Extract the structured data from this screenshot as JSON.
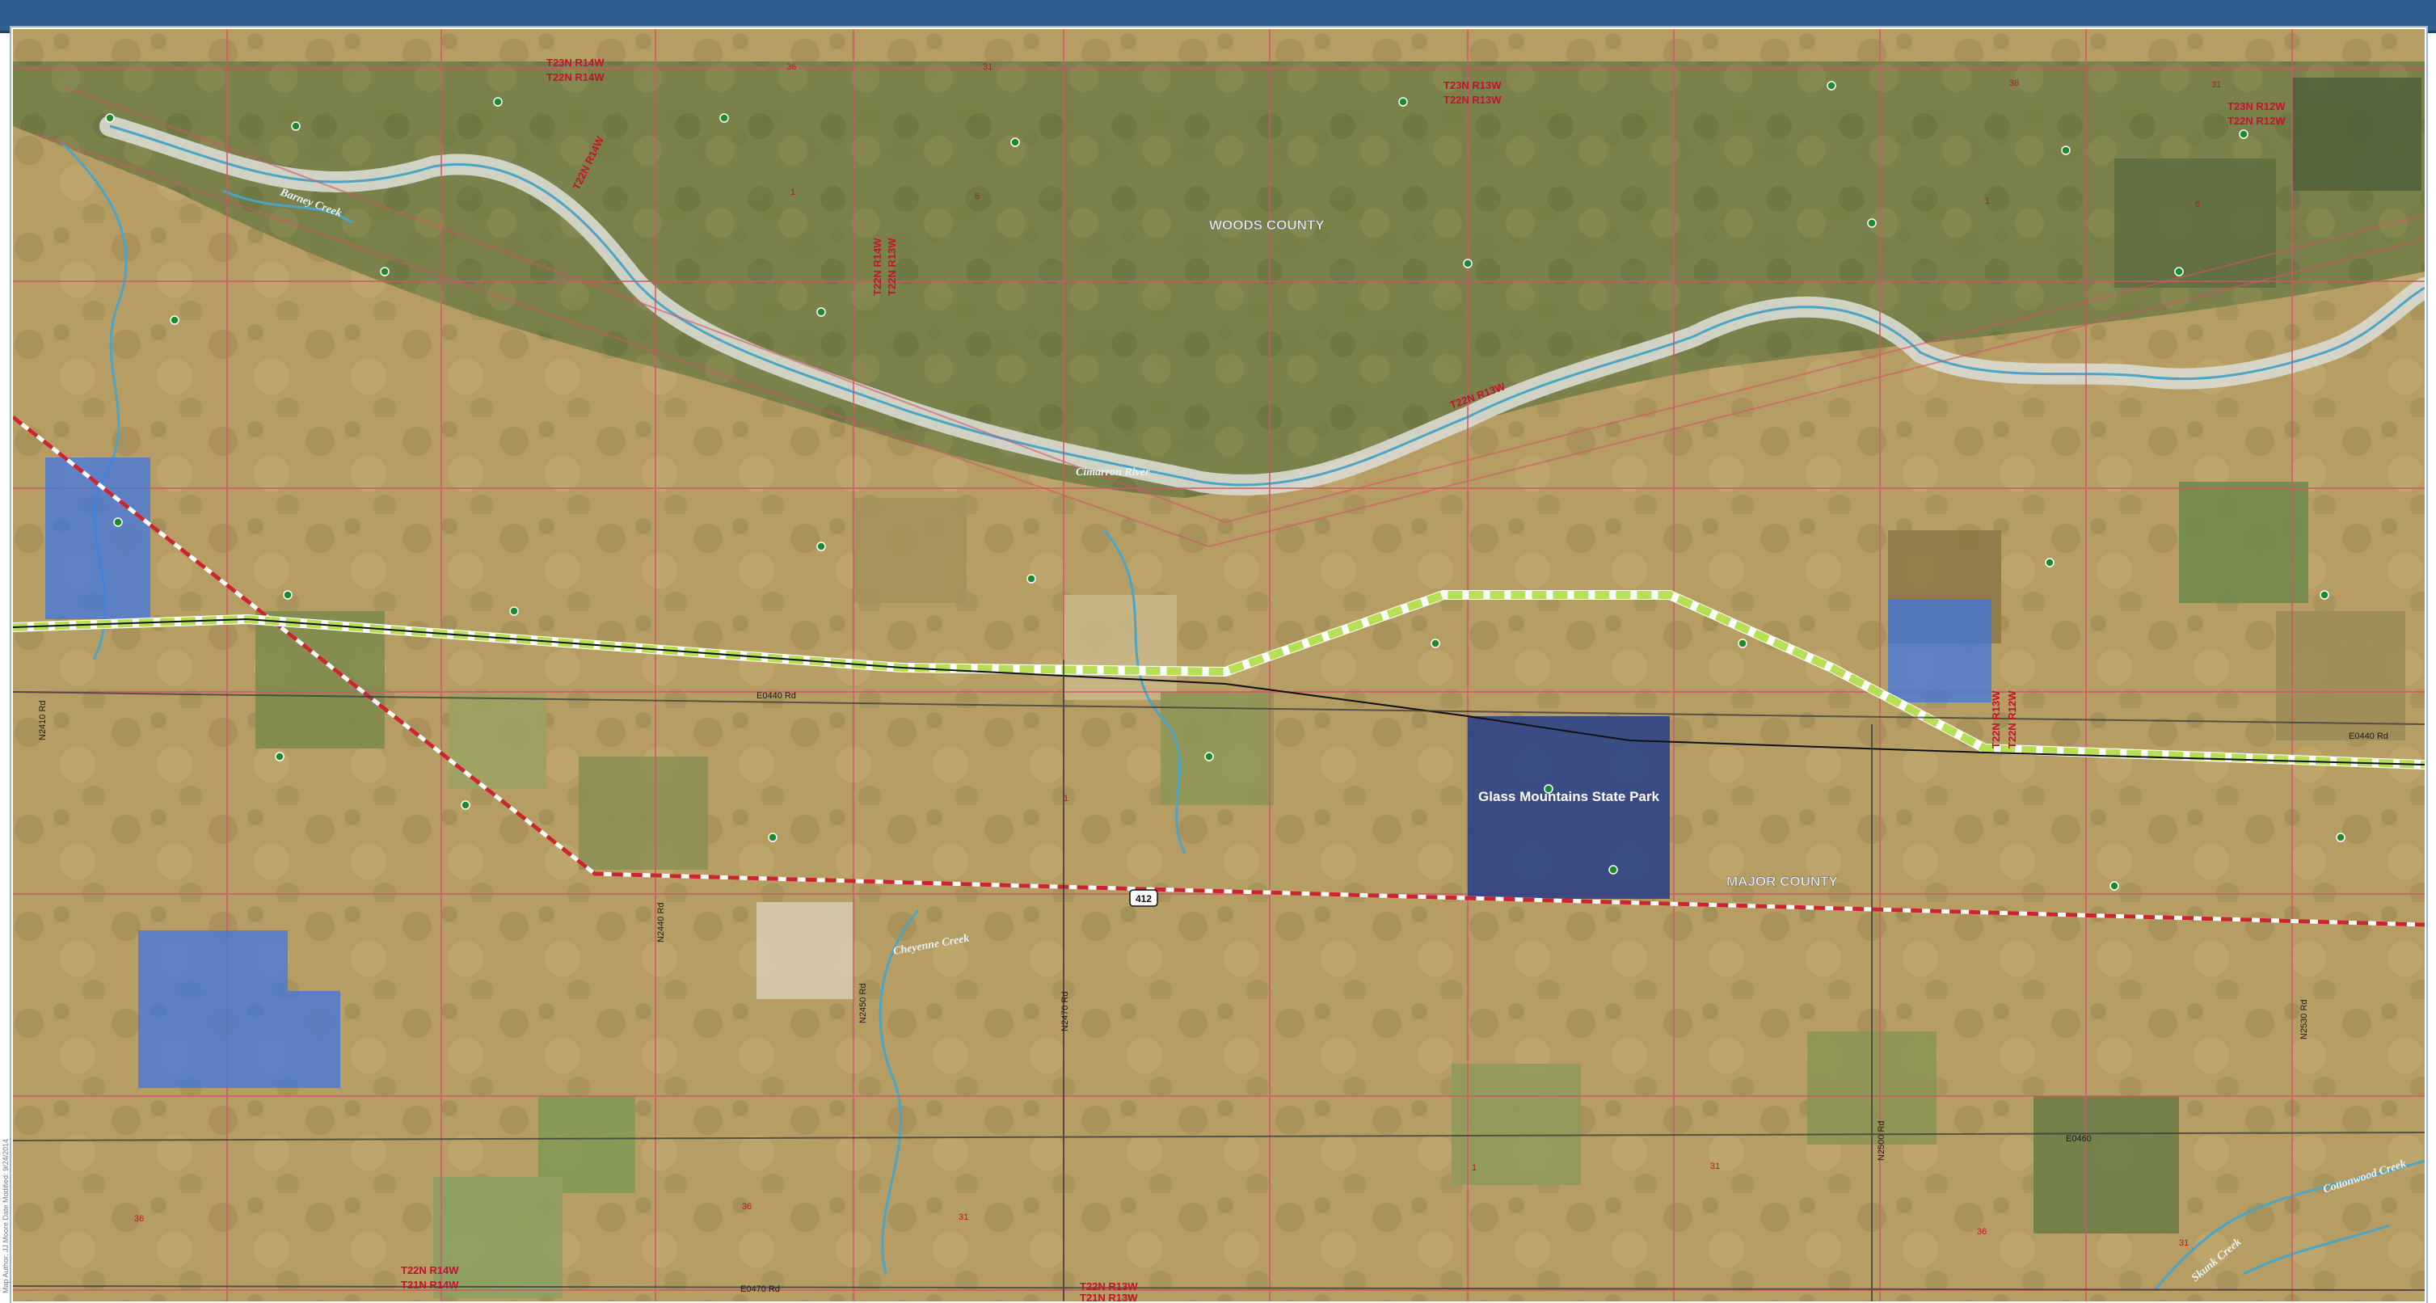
{
  "header": {
    "bar_color": "#2f5f8f"
  },
  "colors": {
    "terrain_base": "#b39a61",
    "river_sand": "#d9dad0",
    "water": "#4aa5c7",
    "section_line": "#d2566a",
    "pipeline_dash": "#b6df56",
    "pipeline_line": "#111111",
    "highway": "#c9262e",
    "wma_blue": "#3f77e0",
    "state_park": "#1f3a8a",
    "well_symbol": "#1c8a2e"
  },
  "labels": {
    "county_woods": "WOODS COUNTY",
    "county_major": "MAJOR COUNTY",
    "state_park": "Glass Mountains State Park",
    "cimarron_river": "Cimarron River",
    "battle_creek": "Barney Creek",
    "cheyenne_creek": "Cheyenne Creek",
    "cottonwood_creek": "Cottonwood Creek",
    "skunk_creek": "Skunk Creek",
    "hwy_shield": "412"
  },
  "township_labels": [
    {
      "text": "T23N R14W",
      "slot": "tl1"
    },
    {
      "text": "T22N R14W",
      "slot": "tl2"
    },
    {
      "text": "T23N R13W",
      "slot": "tl3"
    },
    {
      "text": "T22N R13W",
      "slot": "tl4"
    },
    {
      "text": "T23N R12W",
      "slot": "tl5"
    },
    {
      "text": "T22N R12W",
      "slot": "tl6"
    },
    {
      "text": "T22N R14W",
      "slot": "tl7"
    },
    {
      "text": "T21N R14W",
      "slot": "tl8"
    },
    {
      "text": "T22N R13W",
      "slot": "tl9"
    },
    {
      "text": "T21N R13W",
      "slot": "tl10"
    },
    {
      "text": "T22N R14W",
      "slot": "v1"
    },
    {
      "text": "T22N R13W",
      "slot": "v2"
    },
    {
      "text": "T22N R13W",
      "slot": "v3"
    },
    {
      "text": "T22N R12W",
      "slot": "v4"
    },
    {
      "text": "T22N R14W",
      "slot": "d1"
    },
    {
      "text": "T22N R13W",
      "slot": "d2"
    }
  ],
  "road_labels": {
    "e0440_left": "E0440 Rd",
    "e0440_right": "E0440 Rd",
    "e0460": "E0460",
    "e0470": "E0470 Rd",
    "n2410": "N2410 Rd",
    "n2440": "N2440 Rd",
    "n2450": "N2450 Rd",
    "n2470": "N2470 Rd",
    "n2500": "N2500 Rd",
    "n2530": "N2530 Rd"
  },
  "section_numbers": [
    "36",
    "31",
    "36",
    "31",
    "36",
    "31",
    "1",
    "6",
    "1",
    "6",
    "1",
    "36",
    "31",
    "36",
    "31",
    "1"
  ],
  "credit_text": "Map Author: JJ Moore    Date Modified: 9/24/2014"
}
